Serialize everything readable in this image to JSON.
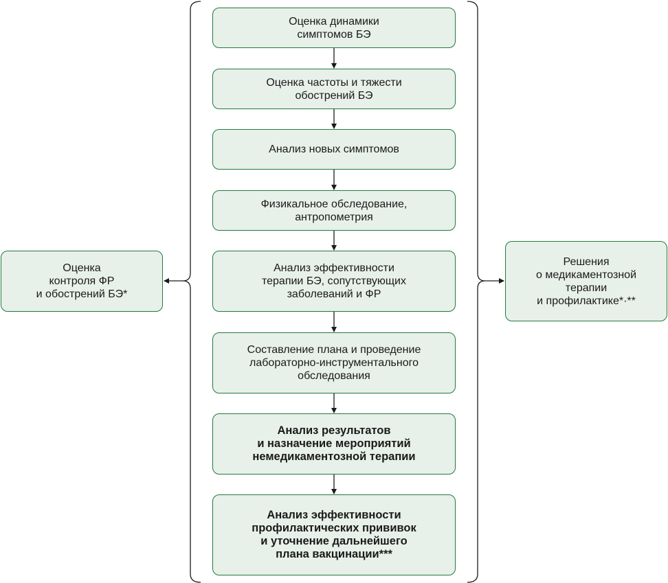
{
  "steps": [
    {
      "text": "Оценка динамики\nсимптомов БЭ"
    },
    {
      "text": "Оценка частоты и тяжести\nобострений БЭ"
    },
    {
      "text": "Анализ новых симптомов"
    },
    {
      "text": "Физикальное обследование,\nантропометрия"
    },
    {
      "text": "Анализ эффективности\nтерапии БЭ, сопутствующих\nзаболеваний и ФР"
    },
    {
      "text": "Составление плана и проведение\nлабораторно-инструментального\nобследования"
    },
    {
      "text": "Анализ результатов\nи назначение мероприятий\nнемедикаментозной терапии"
    },
    {
      "text": "Анализ эффективности\nпрофилактических прививок\nи уточнение дальнейшего\nплана вакцинации***"
    }
  ],
  "left_outcome": {
    "text": "Оценка\nконтроля ФР\nи обострений БЭ*"
  },
  "right_outcome": {
    "text": "Решения\nо медикаментозной\nтерапии\nи профилактике*·**"
  },
  "colors": {
    "box_fill": "#e8f0ea",
    "box_border": "#1f7a3c",
    "line": "#1a1a1a"
  }
}
